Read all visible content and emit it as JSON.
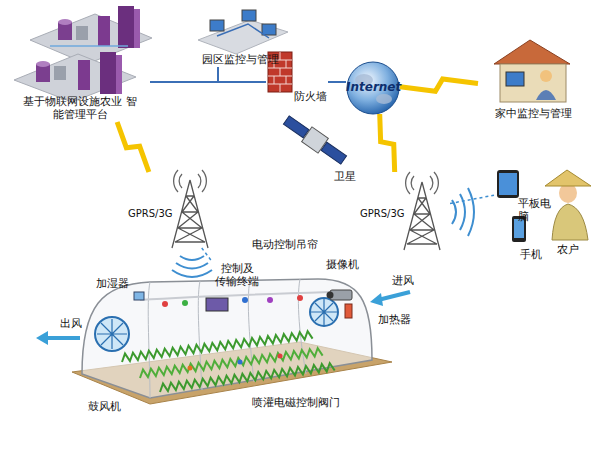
{
  "diagram": {
    "nodes": [
      {
        "text": [
          "基于物联网设施农业 智能管理平台"
        ]
      },
      {
        "text": [
          "园区监控与管理"
        ]
      },
      {
        "text": [
          "防火墙"
        ]
      },
      {
        "text": [
          "Internet"
        ]
      },
      {
        "text": [
          "家中监控与管理"
        ]
      },
      {
        "text": [
          "卫星"
        ]
      },
      {
        "text": [
          "GPRS/3G"
        ]
      },
      {
        "text": [
          "GPRS/3G"
        ]
      },
      {
        "text": [
          "平板电脑"
        ]
      },
      {
        "text": [
          "手机"
        ]
      },
      {
        "text": [
          "农户"
        ]
      },
      {
        "text": [
          "控制及 传输终端"
        ]
      },
      {
        "text": [
          "摄像机"
        ]
      }
    ],
    "edges": [
      {
        "from": 0,
        "to": 2,
        "arrow": "none"
      },
      {
        "from": 1,
        "to": 0,
        "arrow": "none"
      },
      {
        "from": 2,
        "to": 3,
        "arrow": "none"
      },
      {
        "from": 3,
        "to": 4,
        "arrow": "none"
      },
      {
        "from": 0,
        "to": 6,
        "arrow": "none"
      },
      {
        "from": 3,
        "to": 7,
        "arrow": "none"
      },
      {
        "from": 6,
        "to": 11,
        "arrow": "none"
      },
      {
        "from": 7,
        "to": 8,
        "arrow": "none"
      }
    ],
    "labels": [
      "电动控制吊帘",
      "加湿器",
      "进风",
      "出风",
      "加热器",
      "鼓风机",
      "喷灌电磁控制阀门"
    ]
  }
}
